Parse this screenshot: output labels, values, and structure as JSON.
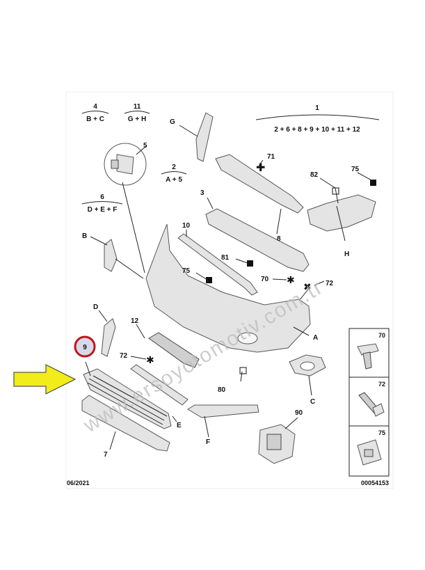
{
  "groups": [
    {
      "num": "4",
      "formula": "B + C"
    },
    {
      "num": "11",
      "formula": "G + H"
    },
    {
      "num": "2",
      "formula": "A + 5"
    },
    {
      "num": "6",
      "formula": "D + E + F"
    },
    {
      "num": "1",
      "formula": "2 + 6 + 8 + 9 + 10 + 11 + 12"
    }
  ],
  "callouts": {
    "G": "G",
    "n5": "5",
    "n71": "71",
    "n82": "82",
    "n75a": "75",
    "n3": "3",
    "n8": "8",
    "H": "H",
    "n10": "10",
    "B": "B",
    "n81": "81",
    "n75b": "75",
    "n70": "70",
    "n72a": "72",
    "D": "D",
    "n12": "12",
    "A": "A",
    "n9": "9",
    "n72b": "72",
    "n80": "80",
    "C": "C",
    "E": "E",
    "n7": "7",
    "F": "F",
    "n90": "90"
  },
  "legend": [
    {
      "num": "70",
      "icon": "push-rivet-icon"
    },
    {
      "num": "72",
      "icon": "screw-icon"
    },
    {
      "num": "75",
      "icon": "clip-icon"
    }
  ],
  "footer": {
    "date": "06/2021",
    "ref": "00054153"
  },
  "watermark": "www.ersoyotomotiv.com.tr",
  "highlight": {
    "part": "9",
    "circle_color": "#c0141c",
    "arrow_color": "#f2ec1a"
  }
}
